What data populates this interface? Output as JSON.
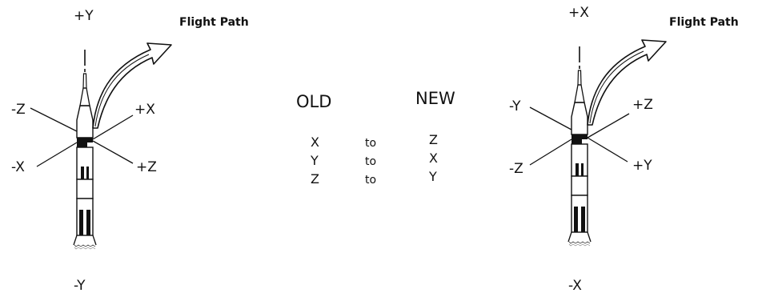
{
  "left_figure": {
    "top_axis": "+Y",
    "bottom_axis": "-Y",
    "upper_left_axis": "-Z",
    "upper_right_axis": "+X",
    "lower_left_axis": "-X",
    "lower_right_axis": "+Z",
    "flight_path_label": "Flight Path"
  },
  "right_figure": {
    "top_axis": "+X",
    "bottom_axis": "-X",
    "upper_left_axis": "-Y",
    "upper_right_axis": "+Z",
    "lower_left_axis": "-Z",
    "lower_right_axis": "+Y",
    "flight_path_label": "Flight Path"
  },
  "mapping_table": {
    "old_header": "OLD",
    "new_header": "NEW",
    "rows": [
      {
        "old": "X",
        "connector": "to",
        "new": "Z"
      },
      {
        "old": "Y",
        "connector": "to",
        "new": "X"
      },
      {
        "old": "Z",
        "connector": "to",
        "new": "Y"
      }
    ]
  }
}
